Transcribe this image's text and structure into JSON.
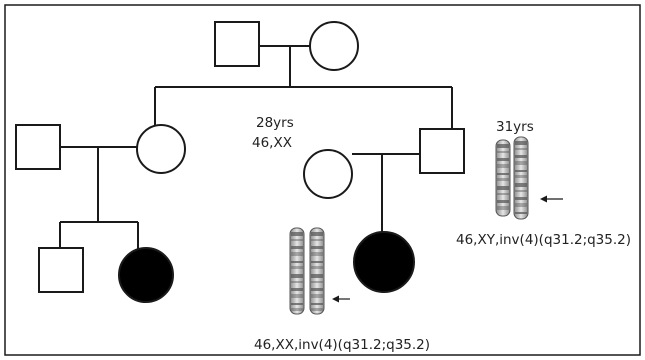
{
  "diagram": {
    "type": "pedigree",
    "colors": {
      "line": "#1a1a1a",
      "affected_fill": "#000000",
      "unaffected_fill": "#ffffff",
      "text": "#222222",
      "chromosome_light": "#d9d9d9",
      "chromosome_band": "#5a5a5a"
    },
    "generations": [
      {
        "level": "I",
        "individuals": [
          {
            "id": "I-1",
            "sex": "male",
            "affected": false
          },
          {
            "id": "I-2",
            "sex": "female",
            "affected": false
          }
        ]
      },
      {
        "level": "II",
        "individuals": [
          {
            "id": "II-1",
            "sex": "male",
            "affected": false
          },
          {
            "id": "II-2",
            "sex": "female",
            "affected": false
          },
          {
            "id": "II-3",
            "sex": "female",
            "affected": false,
            "age": "28yrs",
            "karyotype": "46,XX"
          },
          {
            "id": "II-4",
            "sex": "male",
            "affected": false,
            "age": "31yrs",
            "karyotype": "46,XY,inv(4)(q31.2;q35.2)"
          }
        ]
      },
      {
        "level": "III",
        "individuals": [
          {
            "id": "III-1",
            "sex": "male",
            "affected": false
          },
          {
            "id": "III-2",
            "sex": "female",
            "affected": true
          },
          {
            "id": "III-3",
            "sex": "female",
            "affected": true,
            "karyotype": "46,XX,inv(4)(q31.2;q35.2)"
          }
        ]
      }
    ]
  },
  "labels": {
    "mother_age": "28yrs",
    "mother_karyotype": "46,XX",
    "father_age": "31yrs",
    "father_karyotype": "46,XY,inv(4)(q31.2;q35.2)",
    "child_karyotype": "46,XX,inv(4)(q31.2;q35.2)"
  }
}
